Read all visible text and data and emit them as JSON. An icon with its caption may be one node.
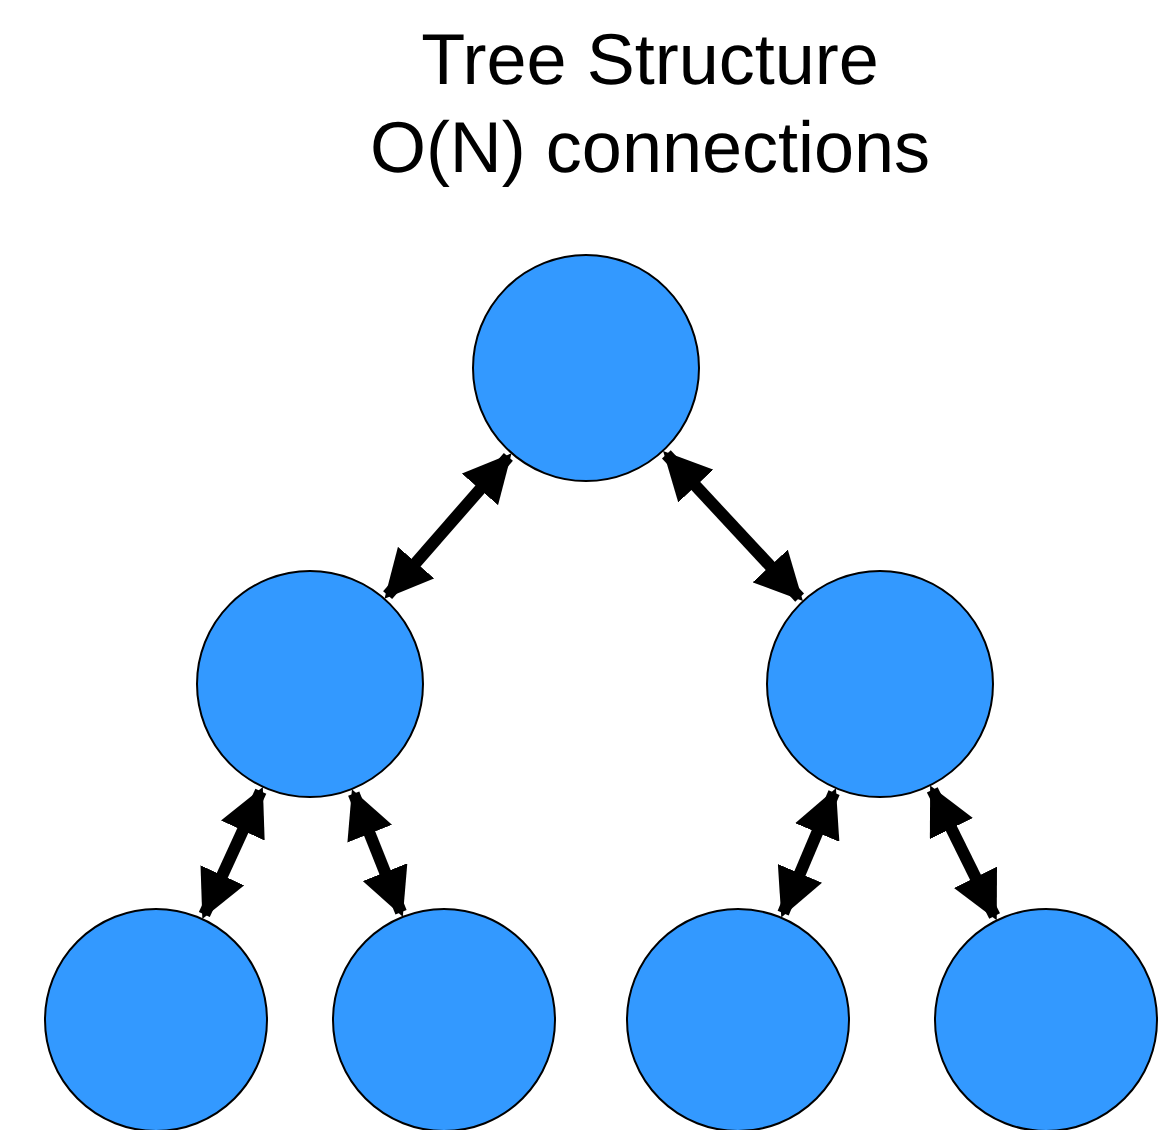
{
  "diagram": {
    "title": "Tree Structure O(N) connections",
    "nodes": [
      {
        "text": [],
        "shape": "circle"
      },
      {
        "text": [],
        "shape": "circle"
      },
      {
        "text": [],
        "shape": "circle"
      },
      {
        "text": [],
        "shape": "circle"
      },
      {
        "text": [],
        "shape": "circle"
      },
      {
        "text": [],
        "shape": "circle"
      },
      {
        "text": [],
        "shape": "circle"
      }
    ],
    "edges": [
      {
        "from": 0,
        "to": 1,
        "arrow": "both"
      },
      {
        "from": 0,
        "to": 2,
        "arrow": "both"
      },
      {
        "from": 1,
        "to": 3,
        "arrow": "both"
      },
      {
        "from": 1,
        "to": 4,
        "arrow": "both"
      },
      {
        "from": 2,
        "to": 5,
        "arrow": "both"
      },
      {
        "from": 2,
        "to": 6,
        "arrow": "both"
      }
    ]
  }
}
